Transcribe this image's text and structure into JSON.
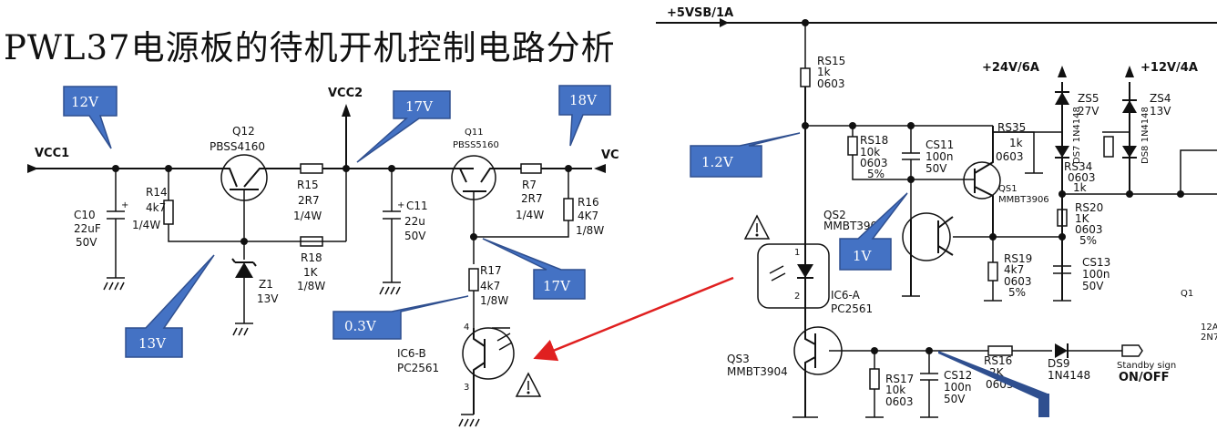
{
  "title": "PWL37电源板的待机开机控制电路分析",
  "rails": {
    "vcc1": "VCC1",
    "vcc2": "VCC2",
    "vc": "VC",
    "vsb": "+5VSB/1A",
    "v24": "+24V/6A",
    "v12": "+12V/4A"
  },
  "callouts": {
    "v12": "12V",
    "v17a": "17V",
    "v18": "18V",
    "v13": "13V",
    "v03": "0.3V",
    "v17b": "17V",
    "v12b": "1.2V",
    "v1": "1V"
  },
  "left": {
    "q12": "Q12",
    "q12_part": "PBSS4160",
    "q11": "Q11",
    "q11_part": "PBSS5160",
    "c10": [
      "C10",
      "22uF",
      "50V"
    ],
    "r14": [
      "R14",
      "4k7",
      "1/4W"
    ],
    "r15": [
      "R15",
      "2R7",
      "1/4W"
    ],
    "r18": [
      "R18",
      "1K",
      "1/8W"
    ],
    "z1": [
      "Z1",
      "13V"
    ],
    "c11": [
      "C11",
      "22u",
      "50V"
    ],
    "r7": [
      "R7",
      "2R7",
      "1/4W"
    ],
    "r16": [
      "R16",
      "4K7",
      "1/8W"
    ],
    "r17": [
      "R17",
      "4k7",
      "1/8W"
    ],
    "ic6b": [
      "IC6-B",
      "PC2561"
    ],
    "pin4": "4",
    "pin3": "3",
    "plus": "+"
  },
  "right": {
    "rs15": [
      "RS15",
      "1k",
      "0603"
    ],
    "rs18": [
      "RS18",
      "10k",
      "0603",
      "5%"
    ],
    "cs11": [
      "CS11",
      "100n",
      "50V"
    ],
    "rs35": [
      "RS35",
      "1k",
      "0603"
    ],
    "qs1": [
      "QS1",
      "MMBT3906"
    ],
    "qs2": [
      "QS2",
      "MMBT390"
    ],
    "zs5": [
      "ZS5",
      "27V"
    ],
    "zs4": [
      "ZS4",
      "13V"
    ],
    "ds7": "DS7 1N4148",
    "ds8": "DS8 1N4148",
    "rs34": [
      "RS34",
      "0603",
      "1k"
    ],
    "rs20": [
      "RS20",
      "1K",
      "0603",
      "5%"
    ],
    "rs19": [
      "RS19",
      "4k7",
      "0603",
      "5%"
    ],
    "cs13": [
      "CS13",
      "100n",
      "50V"
    ],
    "ic6a": [
      "IC6-A",
      "PC2561"
    ],
    "qs3": [
      "QS3",
      "MMBT3904"
    ],
    "rs17": [
      "RS17",
      "10k",
      "0603"
    ],
    "cs12": [
      "CS12",
      "100n",
      "50V"
    ],
    "rs16": [
      "RS16",
      "2K",
      "0603"
    ],
    "ds9": [
      "DS9",
      "1N4148"
    ],
    "standby": [
      "Standby sign",
      "ON/OFF"
    ],
    "q1": "Q1",
    "edge": [
      "12A/",
      "2N7"
    ],
    "pin1": "1",
    "pin2": "2"
  },
  "colors": {
    "callout_fill": "#4472c4",
    "callout_stroke": "#2f4f8f",
    "arrow": "#e02020"
  }
}
